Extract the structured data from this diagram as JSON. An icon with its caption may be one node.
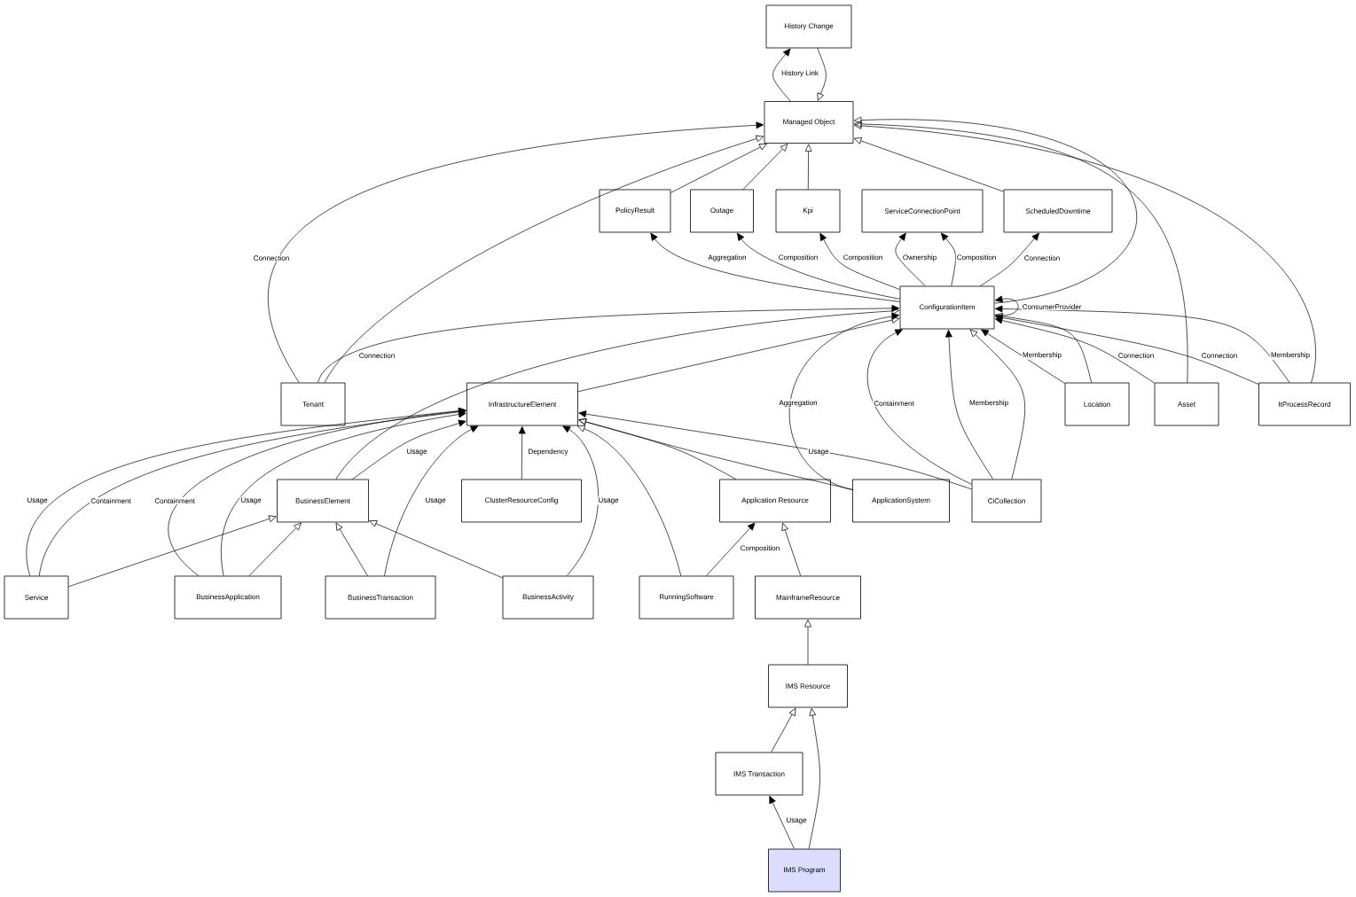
{
  "diagram": {
    "nodes": [
      {
        "text": [
          "History Change"
        ]
      },
      {
        "text": [
          "Managed Object"
        ]
      },
      {
        "text": [
          "PolicyResult"
        ]
      },
      {
        "text": [
          "Outage"
        ]
      },
      {
        "text": [
          "Kpi"
        ]
      },
      {
        "text": [
          "ServiceConnectionPoint"
        ]
      },
      {
        "text": [
          "ScheduledDowntime"
        ]
      },
      {
        "text": [
          "ConfigurationItem"
        ]
      },
      {
        "text": [
          "Tenant"
        ]
      },
      {
        "text": [
          "InfrastructureElement"
        ]
      },
      {
        "text": [
          "Location"
        ]
      },
      {
        "text": [
          "Asset"
        ]
      },
      {
        "text": [
          "ItProcessRecord"
        ]
      },
      {
        "text": [
          "BusinessElement"
        ]
      },
      {
        "text": [
          "ClusterResourceConfig"
        ]
      },
      {
        "text": [
          "Application Resource"
        ]
      },
      {
        "text": [
          "ApplicationSystem"
        ]
      },
      {
        "text": [
          "CiCollection"
        ]
      },
      {
        "text": [
          "Service"
        ]
      },
      {
        "text": [
          "BusinessApplication"
        ]
      },
      {
        "text": [
          "BusinessTransaction"
        ]
      },
      {
        "text": [
          "BusinessActivity"
        ]
      },
      {
        "text": [
          "RunningSoftware"
        ]
      },
      {
        "text": [
          "MainframeResource"
        ]
      },
      {
        "text": [
          "IMS Resource"
        ]
      },
      {
        "text": [
          "IMS Transaction"
        ]
      },
      {
        "text": [
          "IMS Program"
        ]
      }
    ],
    "edges": [
      {
        "from": 1,
        "to": 0,
        "arrow": "to",
        "label": "History Link"
      },
      {
        "from": 0,
        "to": 1,
        "arrow": "to"
      },
      {
        "from": 8,
        "to": 1,
        "arrow": "to",
        "label": "Connection"
      },
      {
        "from": 8,
        "to": 1,
        "arrow": "to"
      },
      {
        "from": 2,
        "to": 1,
        "arrow": "to"
      },
      {
        "from": 3,
        "to": 1,
        "arrow": "to"
      },
      {
        "from": 4,
        "to": 1,
        "arrow": "to"
      },
      {
        "from": 6,
        "to": 1,
        "arrow": "to"
      },
      {
        "from": 7,
        "to": 1,
        "arrow": "to"
      },
      {
        "from": 11,
        "to": 1,
        "arrow": "to"
      },
      {
        "from": 12,
        "to": 1,
        "arrow": "to"
      },
      {
        "from": 7,
        "to": 2,
        "arrow": "to",
        "label": "Aggregation"
      },
      {
        "from": 7,
        "to": 3,
        "arrow": "to",
        "label": "Composition"
      },
      {
        "from": 7,
        "to": 4,
        "arrow": "to",
        "label": "Composition"
      },
      {
        "from": 7,
        "to": 5,
        "arrow": "to",
        "label": "Ownership"
      },
      {
        "from": 7,
        "to": 5,
        "arrow": "to",
        "label": "Composition"
      },
      {
        "from": 7,
        "to": 6,
        "arrow": "to",
        "label": "Connection"
      },
      {
        "from": 7,
        "to": 7,
        "arrow": "to",
        "label": "ConsumerProvider"
      },
      {
        "from": 8,
        "to": 7,
        "arrow": "to",
        "label": "Connection"
      },
      {
        "from": 9,
        "to": 7,
        "arrow": "to"
      },
      {
        "from": 13,
        "to": 7,
        "arrow": "to"
      },
      {
        "from": 16,
        "to": 7,
        "arrow": "to",
        "label": "Aggregation"
      },
      {
        "from": 17,
        "to": 7,
        "arrow": "to",
        "label": "Containment"
      },
      {
        "from": 17,
        "to": 7,
        "arrow": "to",
        "label": "Membership"
      },
      {
        "from": 17,
        "to": 7,
        "arrow": "to"
      },
      {
        "from": 10,
        "to": 7,
        "arrow": "to",
        "label": "Membership"
      },
      {
        "from": 10,
        "to": 7,
        "arrow": "to"
      },
      {
        "from": 11,
        "to": 7,
        "arrow": "to",
        "label": "Connection"
      },
      {
        "from": 12,
        "to": 7,
        "arrow": "to",
        "label": "Connection"
      },
      {
        "from": 12,
        "to": 7,
        "arrow": "to",
        "label": "Membership"
      },
      {
        "from": 18,
        "to": 9,
        "arrow": "to",
        "label": "Usage"
      },
      {
        "from": 18,
        "to": 9,
        "arrow": "to",
        "label": "Containment"
      },
      {
        "from": 19,
        "to": 9,
        "arrow": "to",
        "label": "Containment"
      },
      {
        "from": 19,
        "to": 9,
        "arrow": "to",
        "label": "Usage"
      },
      {
        "from": 13,
        "to": 9,
        "arrow": "to",
        "label": "Usage"
      },
      {
        "from": 20,
        "to": 9,
        "arrow": "to",
        "label": "Usage"
      },
      {
        "from": 14,
        "to": 9,
        "arrow": "to",
        "label": "Dependency"
      },
      {
        "from": 21,
        "to": 9,
        "arrow": "to",
        "label": "Usage"
      },
      {
        "from": 22,
        "to": 9,
        "arrow": "to"
      },
      {
        "from": 15,
        "to": 9,
        "arrow": "to"
      },
      {
        "from": 16,
        "to": 9,
        "arrow": "to"
      },
      {
        "from": 17,
        "to": 9,
        "arrow": "to",
        "label": "Usage"
      },
      {
        "from": 18,
        "to": 13,
        "arrow": "to"
      },
      {
        "from": 19,
        "to": 13,
        "arrow": "to"
      },
      {
        "from": 20,
        "to": 13,
        "arrow": "to"
      },
      {
        "from": 21,
        "to": 13,
        "arrow": "to"
      },
      {
        "from": 22,
        "to": 15,
        "arrow": "to",
        "label": "Composition"
      },
      {
        "from": 23,
        "to": 15,
        "arrow": "to"
      },
      {
        "from": 24,
        "to": 23,
        "arrow": "to"
      },
      {
        "from": 25,
        "to": 24,
        "arrow": "to"
      },
      {
        "from": 26,
        "to": 24,
        "arrow": "to"
      },
      {
        "from": 26,
        "to": 25,
        "arrow": "to",
        "label": "Usage"
      }
    ]
  }
}
